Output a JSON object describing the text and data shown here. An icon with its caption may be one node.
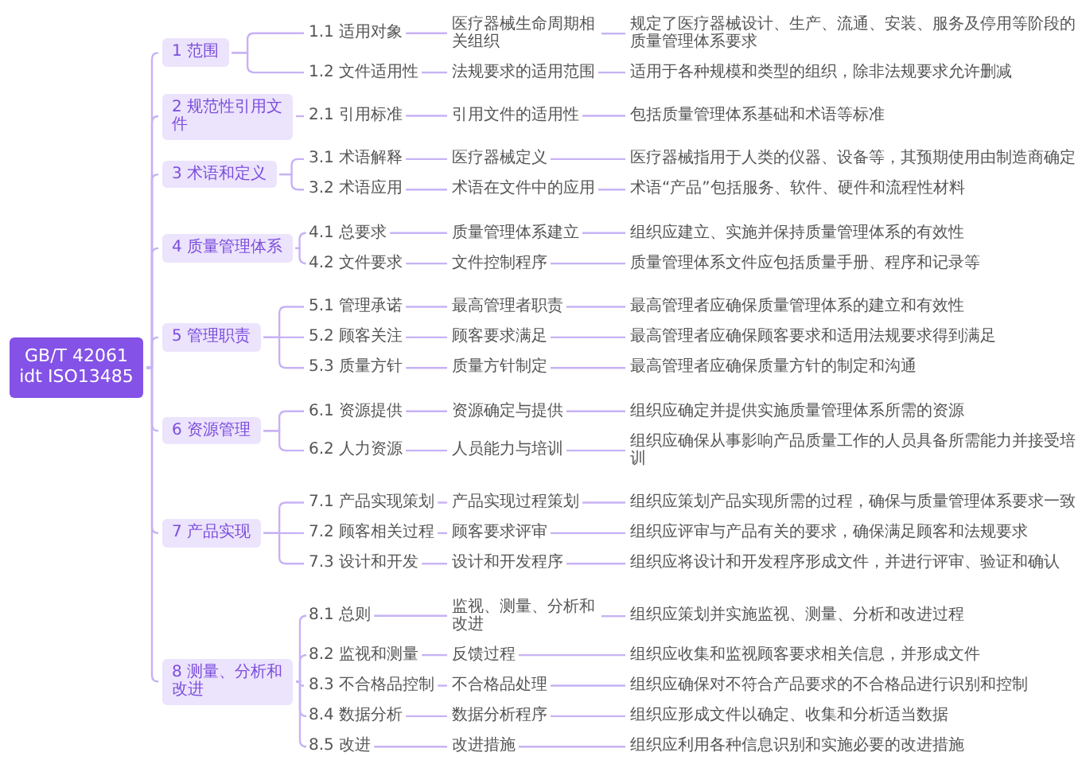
{
  "diagram": {
    "nodes": [
      {
        "text": [
          "GB/T 42061 idt ISO13485"
        ]
      },
      {
        "text": [
          "1 范围"
        ]
      },
      {
        "text": [
          "1.1 适用对象"
        ]
      },
      {
        "text": [
          "医疗器械生命周期相关组织"
        ]
      },
      {
        "text": [
          "规定了医疗器械设计、生产、流通、安装、服务及停用等阶段的质量管理体系要求"
        ]
      },
      {
        "text": [
          "1.2 文件适用性"
        ]
      },
      {
        "text": [
          "法规要求的适用范围"
        ]
      },
      {
        "text": [
          "适用于各种规模和类型的组织，除非法规要求允许删减"
        ]
      },
      {
        "text": [
          "2 规范性引用文件"
        ]
      },
      {
        "text": [
          "2.1 引用标准"
        ]
      },
      {
        "text": [
          "引用文件的适用性"
        ]
      },
      {
        "text": [
          "包括质量管理体系基础和术语等标准"
        ]
      },
      {
        "text": [
          "3 术语和定义"
        ]
      },
      {
        "text": [
          "3.1 术语解释"
        ]
      },
      {
        "text": [
          "医疗器械定义"
        ]
      },
      {
        "text": [
          "医疗器械指用于人类的仪器、设备等，其预期使用由制造商确定"
        ]
      },
      {
        "text": [
          "3.2 术语应用"
        ]
      },
      {
        "text": [
          "术语在文件中的应用"
        ]
      },
      {
        "text": [
          "术语“产品”包括服务、软件、硬件和流程性材料"
        ]
      },
      {
        "text": [
          "4 质量管理体系"
        ]
      },
      {
        "text": [
          "4.1 总要求"
        ]
      },
      {
        "text": [
          "质量管理体系建立"
        ]
      },
      {
        "text": [
          "组织应建立、实施并保持质量管理体系的有效性"
        ]
      },
      {
        "text": [
          "4.2 文件要求"
        ]
      },
      {
        "text": [
          "文件控制程序"
        ]
      },
      {
        "text": [
          "质量管理体系文件应包括质量手册、程序和记录等"
        ]
      },
      {
        "text": [
          "5 管理职责"
        ]
      },
      {
        "text": [
          "5.1 管理承诺"
        ]
      },
      {
        "text": [
          "最高管理者职责"
        ]
      },
      {
        "text": [
          "最高管理者应确保质量管理体系的建立和有效性"
        ]
      },
      {
        "text": [
          "5.2 顾客关注"
        ]
      },
      {
        "text": [
          "顾客要求满足"
        ]
      },
      {
        "text": [
          "最高管理者应确保顾客要求和适用法规要求得到满足"
        ]
      },
      {
        "text": [
          "5.3 质量方针"
        ]
      },
      {
        "text": [
          "质量方针制定"
        ]
      },
      {
        "text": [
          "最高管理者应确保质量方针的制定和沟通"
        ]
      },
      {
        "text": [
          "6 资源管理"
        ]
      },
      {
        "text": [
          "6.1 资源提供"
        ]
      },
      {
        "text": [
          "资源确定与提供"
        ]
      },
      {
        "text": [
          "组织应确定并提供实施质量管理体系所需的资源"
        ]
      },
      {
        "text": [
          "6.2 人力资源"
        ]
      },
      {
        "text": [
          "人员能力与培训"
        ]
      },
      {
        "text": [
          "组织应确保从事影响产品质量工作的人员具备所需能力并接受培训"
        ]
      },
      {
        "text": [
          "7 产品实现"
        ]
      },
      {
        "text": [
          "7.1 产品实现策划"
        ]
      },
      {
        "text": [
          "产品实现过程策划"
        ]
      },
      {
        "text": [
          "组织应策划产品实现所需的过程，确保与质量管理体系要求一致"
        ]
      },
      {
        "text": [
          "7.2 顾客相关过程"
        ]
      },
      {
        "text": [
          "顾客要求评审"
        ]
      },
      {
        "text": [
          "组织应评审与产品有关的要求，确保满足顾客和法规要求"
        ]
      },
      {
        "text": [
          "7.3 设计和开发"
        ]
      },
      {
        "text": [
          "设计和开发程序"
        ]
      },
      {
        "text": [
          "组织应将设计和开发程序形成文件，并进行评审、验证和确认"
        ]
      },
      {
        "text": [
          "8 测量、分析和改进"
        ]
      },
      {
        "text": [
          "8.1 总则"
        ]
      },
      {
        "text": [
          "监视、测量、分析和改进"
        ]
      },
      {
        "text": [
          "组织应策划并实施监视、测量、分析和改进过程"
        ]
      },
      {
        "text": [
          "8.2 监视和测量"
        ]
      },
      {
        "text": [
          "反馈过程"
        ]
      },
      {
        "text": [
          "组织应收集和监视顾客要求相关信息，并形成文件"
        ]
      },
      {
        "text": [
          "8.3 不合格品控制"
        ]
      },
      {
        "text": [
          "不合格品处理"
        ]
      },
      {
        "text": [
          "组织应确保对不符合产品要求的不合格品进行识别和控制"
        ]
      },
      {
        "text": [
          "8.4 数据分析"
        ]
      },
      {
        "text": [
          "数据分析程序"
        ]
      },
      {
        "text": [
          "组织应形成文件以确定、收集和分析适当数据"
        ]
      },
      {
        "text": [
          "8.5 改进"
        ]
      },
      {
        "text": [
          "改进措施"
        ]
      },
      {
        "text": [
          "组织应利用各种信息识别和实施必要的改进措施"
        ]
      }
    ],
    "edges": [
      {
        "from": 0,
        "to": 1,
        "arrow": "none"
      },
      {
        "from": 1,
        "to": 2,
        "arrow": "none"
      },
      {
        "from": 2,
        "to": 3,
        "arrow": "none"
      },
      {
        "from": 3,
        "to": 4,
        "arrow": "none"
      },
      {
        "from": 1,
        "to": 5,
        "arrow": "none"
      },
      {
        "from": 5,
        "to": 6,
        "arrow": "none"
      },
      {
        "from": 6,
        "to": 7,
        "arrow": "none"
      },
      {
        "from": 0,
        "to": 8,
        "arrow": "none"
      },
      {
        "from": 8,
        "to": 9,
        "arrow": "none"
      },
      {
        "from": 9,
        "to": 10,
        "arrow": "none"
      },
      {
        "from": 10,
        "to": 11,
        "arrow": "none"
      },
      {
        "from": 0,
        "to": 12,
        "arrow": "none"
      },
      {
        "from": 12,
        "to": 13,
        "arrow": "none"
      },
      {
        "from": 13,
        "to": 14,
        "arrow": "none"
      },
      {
        "from": 14,
        "to": 15,
        "arrow": "none"
      },
      {
        "from": 12,
        "to": 16,
        "arrow": "none"
      },
      {
        "from": 16,
        "to": 17,
        "arrow": "none"
      },
      {
        "from": 17,
        "to": 18,
        "arrow": "none"
      },
      {
        "from": 0,
        "to": 19,
        "arrow": "none"
      },
      {
        "from": 19,
        "to": 20,
        "arrow": "none"
      },
      {
        "from": 20,
        "to": 21,
        "arrow": "none"
      },
      {
        "from": 21,
        "to": 22,
        "arrow": "none"
      },
      {
        "from": 19,
        "to": 23,
        "arrow": "none"
      },
      {
        "from": 23,
        "to": 24,
        "arrow": "none"
      },
      {
        "from": 24,
        "to": 25,
        "arrow": "none"
      },
      {
        "from": 0,
        "to": 26,
        "arrow": "none"
      },
      {
        "from": 26,
        "to": 27,
        "arrow": "none"
      },
      {
        "from": 27,
        "to": 28,
        "arrow": "none"
      },
      {
        "from": 28,
        "to": 29,
        "arrow": "none"
      },
      {
        "from": 26,
        "to": 30,
        "arrow": "none"
      },
      {
        "from": 30,
        "to": 31,
        "arrow": "none"
      },
      {
        "from": 31,
        "to": 32,
        "arrow": "none"
      },
      {
        "from": 26,
        "to": 33,
        "arrow": "none"
      },
      {
        "from": 33,
        "to": 34,
        "arrow": "none"
      },
      {
        "from": 34,
        "to": 35,
        "arrow": "none"
      },
      {
        "from": 0,
        "to": 36,
        "arrow": "none"
      },
      {
        "from": 36,
        "to": 37,
        "arrow": "none"
      },
      {
        "from": 37,
        "to": 38,
        "arrow": "none"
      },
      {
        "from": 38,
        "to": 39,
        "arrow": "none"
      },
      {
        "from": 36,
        "to": 40,
        "arrow": "none"
      },
      {
        "from": 40,
        "to": 41,
        "arrow": "none"
      },
      {
        "from": 41,
        "to": 42,
        "arrow": "none"
      },
      {
        "from": 0,
        "to": 43,
        "arrow": "none"
      },
      {
        "from": 43,
        "to": 44,
        "arrow": "none"
      },
      {
        "from": 44,
        "to": 45,
        "arrow": "none"
      },
      {
        "from": 45,
        "to": 46,
        "arrow": "none"
      },
      {
        "from": 43,
        "to": 47,
        "arrow": "none"
      },
      {
        "from": 47,
        "to": 48,
        "arrow": "none"
      },
      {
        "from": 48,
        "to": 49,
        "arrow": "none"
      },
      {
        "from": 43,
        "to": 50,
        "arrow": "none"
      },
      {
        "from": 50,
        "to": 51,
        "arrow": "none"
      },
      {
        "from": 51,
        "to": 52,
        "arrow": "none"
      },
      {
        "from": 0,
        "to": 53,
        "arrow": "none"
      },
      {
        "from": 53,
        "to": 54,
        "arrow": "none"
      },
      {
        "from": 54,
        "to": 55,
        "arrow": "none"
      },
      {
        "from": 55,
        "to": 56,
        "arrow": "none"
      },
      {
        "from": 53,
        "to": 57,
        "arrow": "none"
      },
      {
        "from": 57,
        "to": 58,
        "arrow": "none"
      },
      {
        "from": 58,
        "to": 59,
        "arrow": "none"
      },
      {
        "from": 53,
        "to": 60,
        "arrow": "none"
      },
      {
        "from": 60,
        "to": 61,
        "arrow": "none"
      },
      {
        "from": 61,
        "to": 62,
        "arrow": "none"
      },
      {
        "from": 53,
        "to": 63,
        "arrow": "none"
      },
      {
        "from": 63,
        "to": 64,
        "arrow": "none"
      },
      {
        "from": 64,
        "to": 65,
        "arrow": "none"
      },
      {
        "from": 53,
        "to": 66,
        "arrow": "none"
      },
      {
        "from": 66,
        "to": 67,
        "arrow": "none"
      },
      {
        "from": 67,
        "to": 68,
        "arrow": "none"
      }
    ]
  }
}
